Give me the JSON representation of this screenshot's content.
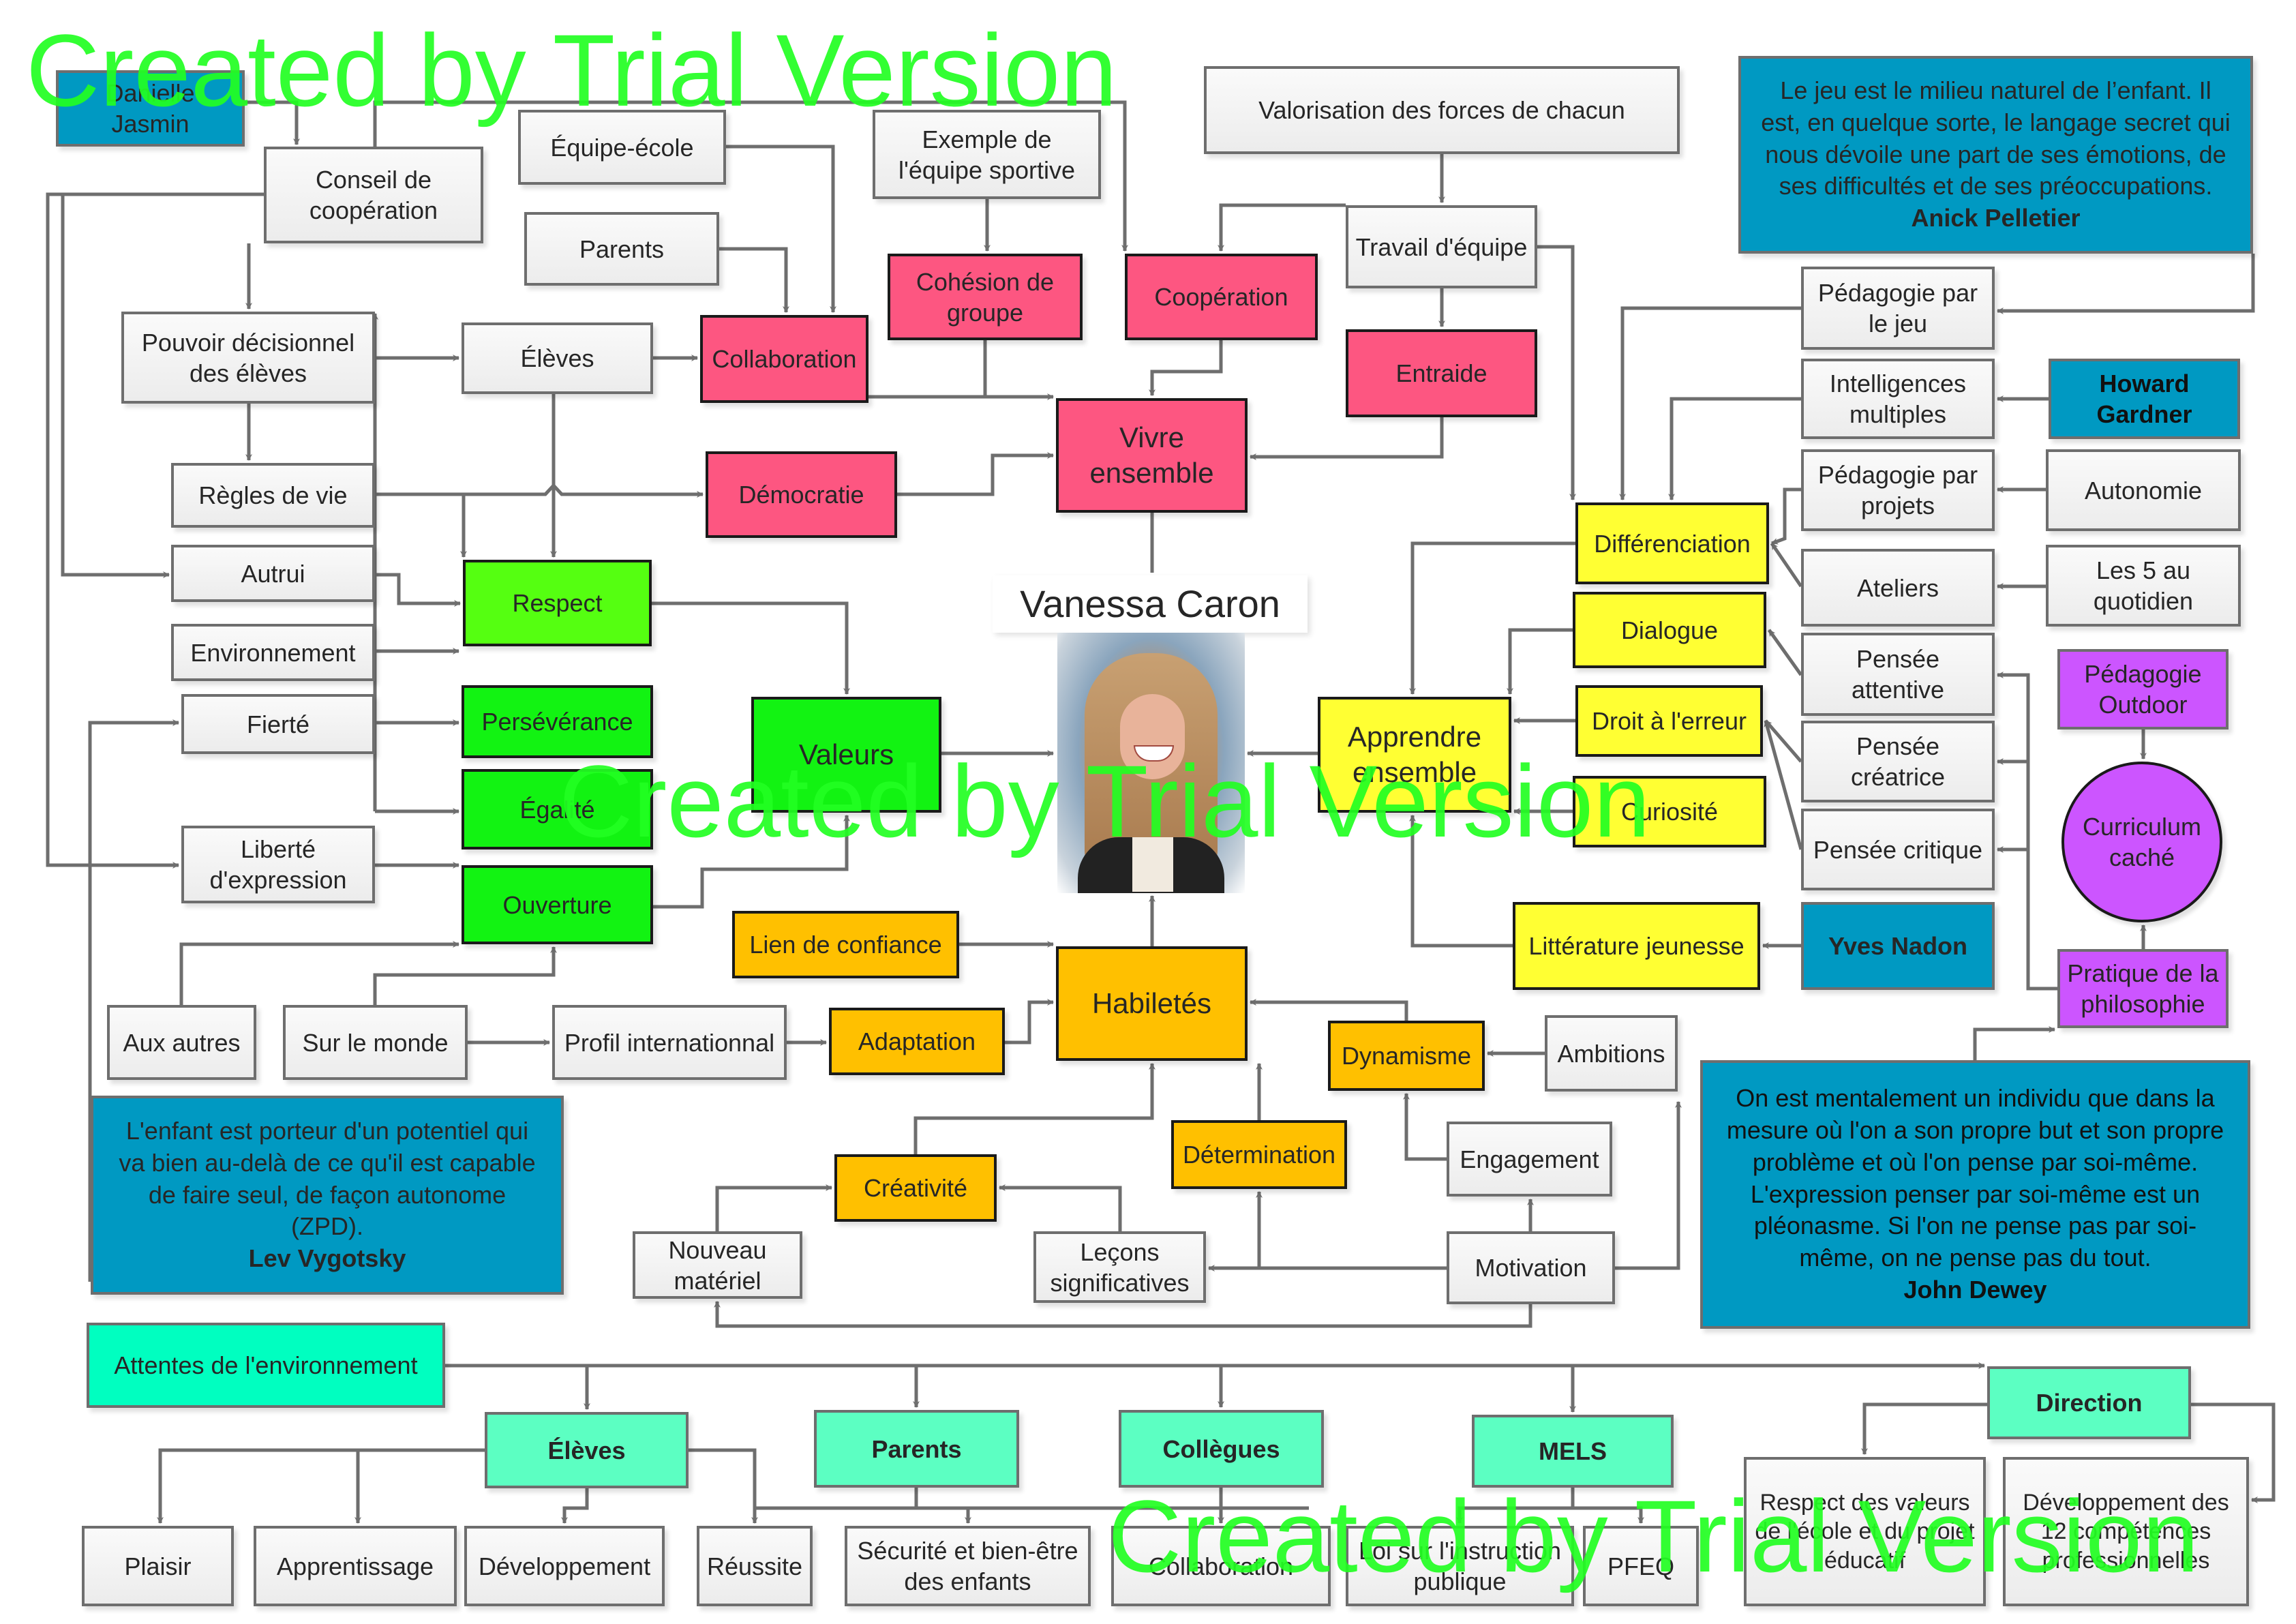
{
  "watermark": "Created by Trial Version",
  "center": {
    "name": "Vanessa Caron",
    "photo_alt": "portrait-photo"
  },
  "nodes": {
    "danielle": "Danielle Jasmin",
    "conseil": "Conseil de coopération",
    "equipe_ecole": "Équipe-école",
    "exemple": "Exemple de l'équipe sportive",
    "valorisation": "Valorisation des forces de chacun",
    "parents_top": "Parents",
    "cohesion": "Cohésion de groupe",
    "cooperation": "Coopération",
    "travail": "Travail d'équipe",
    "entraide": "Entraide",
    "pouvoir": "Pouvoir décisionnel des élèves",
    "eleves_top": "Élèves",
    "collaboration_top": "Collaboration",
    "vivre": "Vivre ensemble",
    "regles": "Règles de vie",
    "democratie": "Démocratie",
    "autrui": "Autrui",
    "environnement": "Environnement",
    "fierte": "Fierté",
    "respect": "Respect",
    "perseverance": "Persévérance",
    "egalite": "Égalité",
    "ouverture": "Ouverture",
    "liberte": "Liberté d'expression",
    "valeurs": "Valeurs",
    "apprendre": "Apprendre ensemble",
    "differenciation": "Différenciation",
    "dialogue": "Dialogue",
    "droit": "Droit à l'erreur",
    "curiosite": "Curiosité",
    "litterature": "Littérature jeunesse",
    "ped_jeu": "Pédagogie par le jeu",
    "intelligences": "Intelligences multiples",
    "ped_projets": "Pédagogie par projets",
    "ateliers": "Ateliers",
    "pensee_attentive": "Pensée attentive",
    "pensee_creatrice": "Pensée créatrice",
    "pensee_critique": "Pensée critique",
    "yves": "Yves Nadon",
    "howard": "Howard Gardner",
    "autonomie": "Autonomie",
    "les5": "Les 5 au quotidien",
    "outdoor": "Pédagogie Outdoor",
    "curriculum": "Curriculum caché",
    "philosophie": "Pratique de la philosophie",
    "lien": "Lien de confiance",
    "habiletes": "Habiletés",
    "adaptation": "Adaptation",
    "profil": "Profil internationnal",
    "aux_autres": "Aux autres",
    "sur_monde": "Sur le monde",
    "dynamisme": "Dynamisme",
    "ambitions": "Ambitions",
    "determination": "Détermination",
    "engagement": "Engagement",
    "creativite": "Créativité",
    "nouveau": "Nouveau matériel",
    "lecons": "Leçons significatives",
    "motivation": "Motivation",
    "attentes": "Attentes de l'environnement",
    "eleves_bottom": "Élèves",
    "parents_bottom": "Parents",
    "collegues": "Collègues",
    "mels": "MELS",
    "direction": "Direction",
    "plaisir": "Plaisir",
    "apprentissage": "Apprentissage",
    "developpement": "Développement",
    "reussite": "Réussite",
    "securite": "Sécurité et bien-être des enfants",
    "collaboration_bottom": "Collaboration",
    "loi": "Loi sur l'instruction publique",
    "pfeq": "PFEQ",
    "respect_valeurs": "Respect des valeurs de l'école et du projet éducatif",
    "dev12": "Développement des 12 compétences professionnelles"
  },
  "quotes": {
    "pelletier": {
      "text": "Le jeu est le milieu naturel de l’enfant. Il est, en quelque sorte, le langage secret qui nous dévoile une part de ses émotions, de ses difficultés et de ses préoccupations.",
      "author": "Anick Pelletier"
    },
    "vygotsky": {
      "text": "L'enfant est porteur d'un potentiel qui va bien au-delà de ce qu'il est capable de faire seul, de façon autonome (ZPD).",
      "author": "Lev Vygotsky"
    },
    "dewey": {
      "text": "On est mentalement un individu que dans la mesure où l'on a son propre but et son propre problème et où l'on pense par soi-même. L'expression penser par soi-même est un pléonasme. Si l'on ne pense pas par soi-même, on ne pense pas du tout.",
      "author": "John Dewey"
    }
  },
  "colors": {
    "edge": "#6e6e6e",
    "pink": "#fd5681",
    "green": "#55ff11",
    "yellow": "#ffff33",
    "orange": "#ffc000",
    "blue": "#0099c2",
    "teal": "#00ffc0",
    "mint": "#5cffc2",
    "purple": "#cc55ff",
    "watermark": "#22ff22"
  }
}
